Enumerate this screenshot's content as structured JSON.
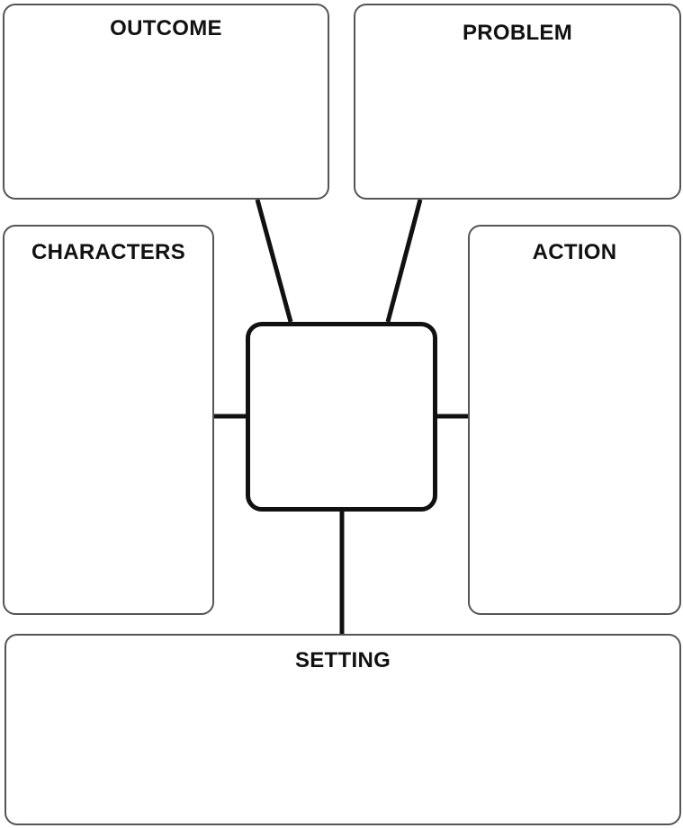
{
  "diagram": {
    "outcome": {
      "label": "OUTCOME"
    },
    "problem": {
      "label": "PROBLEM"
    },
    "characters": {
      "label": "CHARACTERS"
    },
    "action": {
      "label": "ACTION"
    },
    "setting": {
      "label": "SETTING"
    },
    "center": {
      "label": ""
    }
  },
  "colors": {
    "box_border": "#555555",
    "center_border": "#111111",
    "connector": "#111111",
    "text": "#111111"
  }
}
